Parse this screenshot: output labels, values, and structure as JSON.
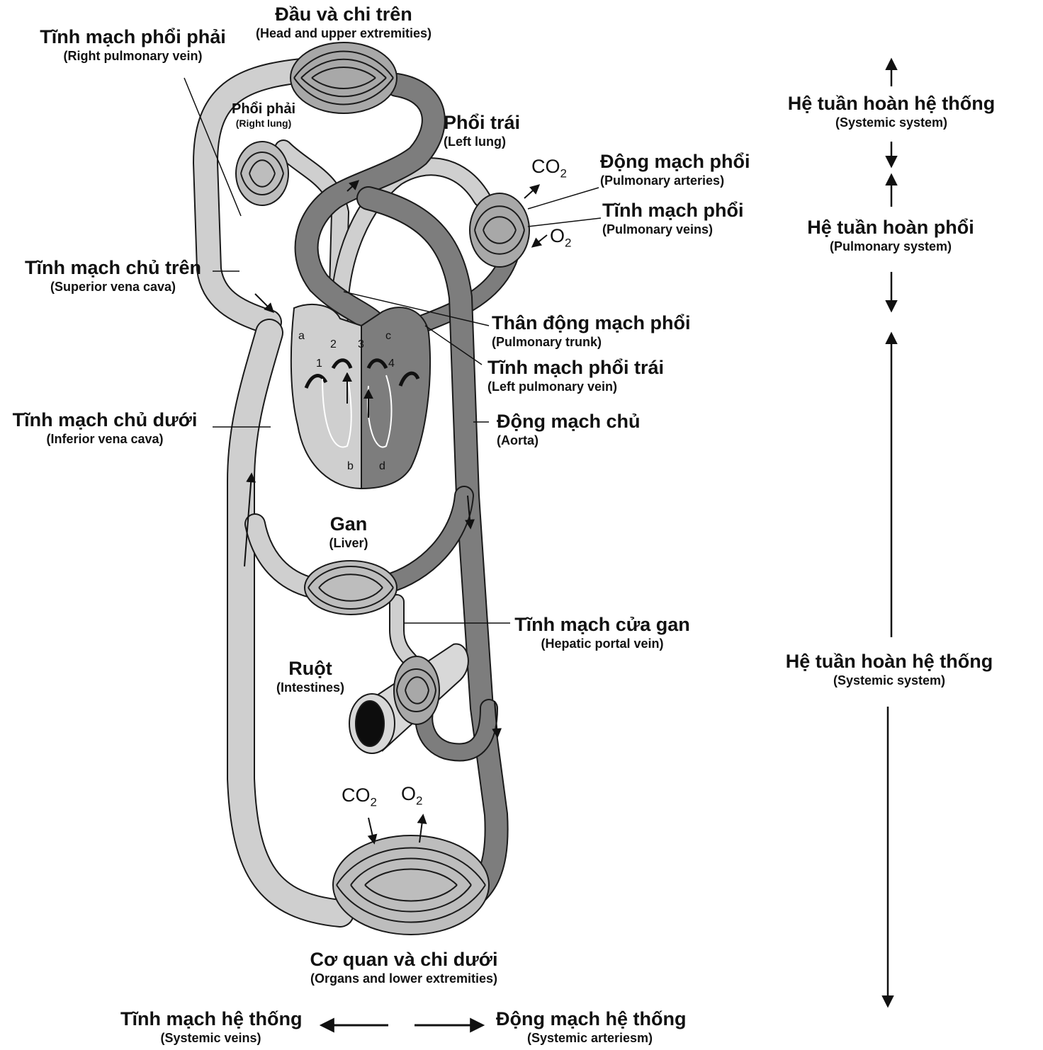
{
  "labels": {
    "head": {
      "vi": "Đầu và chi trên",
      "en": "(Head and upper extremities)"
    },
    "right_pulm_vein": {
      "vi": "Tĩnh mạch phổi phải",
      "en": "(Right pulmonary vein)"
    },
    "right_lung": {
      "vi": "Phổi phải",
      "en": "(Right lung)"
    },
    "left_lung": {
      "vi": "Phổi trái",
      "en": "(Left lung)"
    },
    "pulm_arteries": {
      "vi": "Động mạch phổi",
      "en": "(Pulmonary arteries)"
    },
    "pulm_veins": {
      "vi": "Tĩnh mạch phổi",
      "en": "(Pulmonary veins)"
    },
    "svc": {
      "vi": "Tĩnh mạch chủ trên",
      "en": "(Superior vena cava)"
    },
    "pulm_trunk": {
      "vi": "Thân động mạch phổi",
      "en": "(Pulmonary trunk)"
    },
    "left_pulm_vein": {
      "vi": "Tĩnh mạch phổi trái",
      "en": "(Left pulmonary vein)"
    },
    "ivc": {
      "vi": "Tĩnh mạch chủ dưới",
      "en": "(Inferior vena cava)"
    },
    "aorta": {
      "vi": "Động mạch chủ",
      "en": "(Aorta)"
    },
    "liver": {
      "vi": "Gan",
      "en": "(Liver)"
    },
    "portal": {
      "vi": "Tĩnh mạch cửa gan",
      "en": "(Hepatic portal vein)"
    },
    "intestines": {
      "vi": "Ruột",
      "en": "(Intestines)"
    },
    "organs": {
      "vi": "Cơ quan và chi dưới",
      "en": "(Organs and lower extremities)"
    },
    "sys_veins": {
      "vi": "Tĩnh mạch hệ thống",
      "en": "(Systemic veins)"
    },
    "sys_arteries": {
      "vi": "Động mạch hệ thống",
      "en": "(Systemic arteriesm)"
    },
    "systemic_top": {
      "vi": "Hệ tuần hoàn hệ thống",
      "en": "(Systemic system)"
    },
    "pulmonary": {
      "vi": "Hệ tuần hoàn phổi",
      "en": "(Pulmonary system)"
    },
    "systemic_bottom": {
      "vi": "Hệ tuần hoàn hệ thống",
      "en": "(Systemic system)"
    }
  },
  "gases": {
    "co2": "CO",
    "co2_sub": "2",
    "o2": "O",
    "o2_sub": "2"
  },
  "chambers": {
    "a": "a",
    "b": "b",
    "c": "c",
    "d": "d",
    "n1": "1",
    "n2": "2",
    "n3": "3",
    "n4": "4"
  },
  "colors": {
    "deoxygenated": "#cfcfcf",
    "oxygenated": "#7d7d7d",
    "outline": "#1a1a1a",
    "background": "#ffffff"
  }
}
